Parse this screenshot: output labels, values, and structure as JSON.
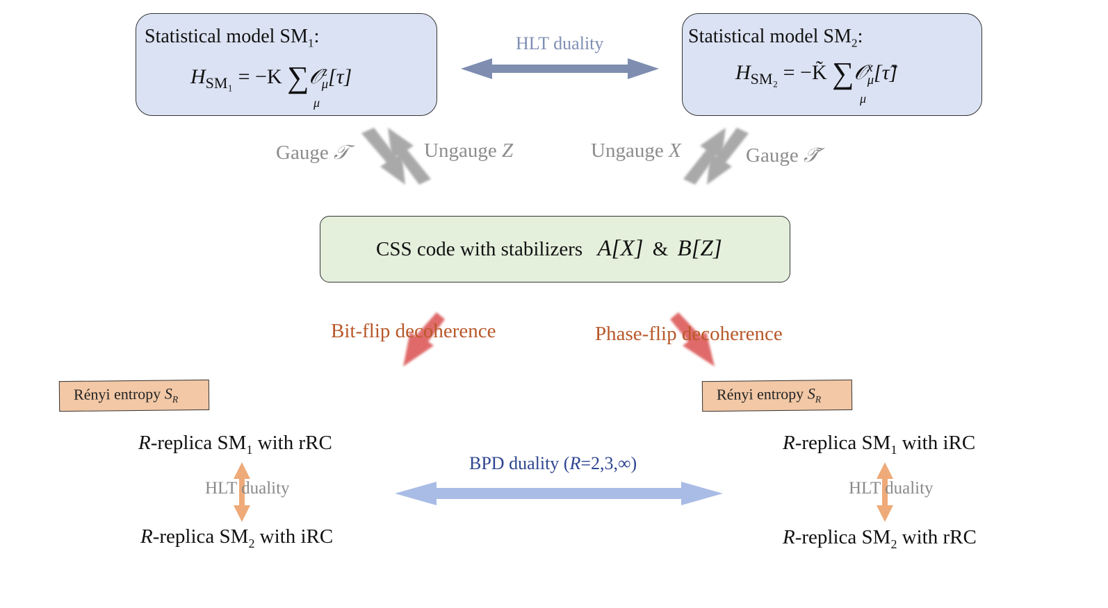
{
  "top_left": {
    "title": "Statistical model SM",
    "title_sub": "1",
    "colon": ":",
    "eq_H": "H",
    "eq_H_sub": "SM₁",
    "eq_rhs_prefix": "= −K",
    "eq_sum": "∑",
    "eq_sum_index": "μ",
    "eq_op": "𝒪",
    "eq_op_sup": "z",
    "eq_op_sub": "μ",
    "eq_op_arg": "[τ]"
  },
  "top_right": {
    "title": "Statistical model SM",
    "title_sub": "2",
    "colon": ":",
    "eq_H": "H",
    "eq_H_sub": "SM₂",
    "eq_rhs_prefix": "= −K̃",
    "eq_sum": "∑",
    "eq_sum_index": "μ",
    "eq_op": "𝒪",
    "eq_op_sup": "x",
    "eq_op_sub": "μ",
    "eq_op_arg": "[τ̃]"
  },
  "hlt_top_label": "HLT duality",
  "gauge_left": {
    "text": "Gauge",
    "symbol": "𝒯"
  },
  "ungauge_left": {
    "text": "Ungauge",
    "symbol": "Z"
  },
  "ungauge_right": {
    "text": "Ungauge",
    "symbol": "X"
  },
  "gauge_right": {
    "text": "Gauge",
    "symbol": "𝒯̃"
  },
  "center": {
    "text": "CSS code with stabilizers",
    "a": "A[X]",
    "amp": "&",
    "b": "B[Z]"
  },
  "bitflip_label": "Bit-flip decoherence",
  "phaseflip_label": "Phase-flip decoherence",
  "bottom_left": {
    "tab_text": "Rényi entropy ",
    "tab_S": "S",
    "tab_S_sub": "R",
    "line1_R": "R",
    "line1_mid": "-replica SM",
    "line1_sub": "1",
    "line1_end": " with rRC",
    "hlt": "HLT duality",
    "line2_R": "R",
    "line2_mid": "-replica SM",
    "line2_sub": "2",
    "line2_end": " with iRC"
  },
  "bottom_right": {
    "tab_text": "Rényi entropy ",
    "tab_S": "S",
    "tab_S_sub": "R",
    "line1_R": "R",
    "line1_mid": "-replica SM",
    "line1_sub": "1",
    "line1_end": " with iRC",
    "hlt": "HLT duality",
    "line2_R": "R",
    "line2_mid": "-replica SM",
    "line2_sub": "2",
    "line2_end": " with rRC"
  },
  "bpd": {
    "prefix": "BPD duality (",
    "R": "R",
    "suffix": "=2,3,∞)"
  },
  "colors": {
    "blue_box": "#dbe2f3",
    "green_box": "#e4efdc",
    "peach_box": "#f7e3d6",
    "tab": "#f2c8a6",
    "top_arrow": "#7e8db0",
    "gauge_arrow": "#a9a9a9",
    "decoherence_arrow": "#e06a6a",
    "bpd_arrow": "#a9bce6",
    "inner_arrow": "#eeaa78"
  }
}
